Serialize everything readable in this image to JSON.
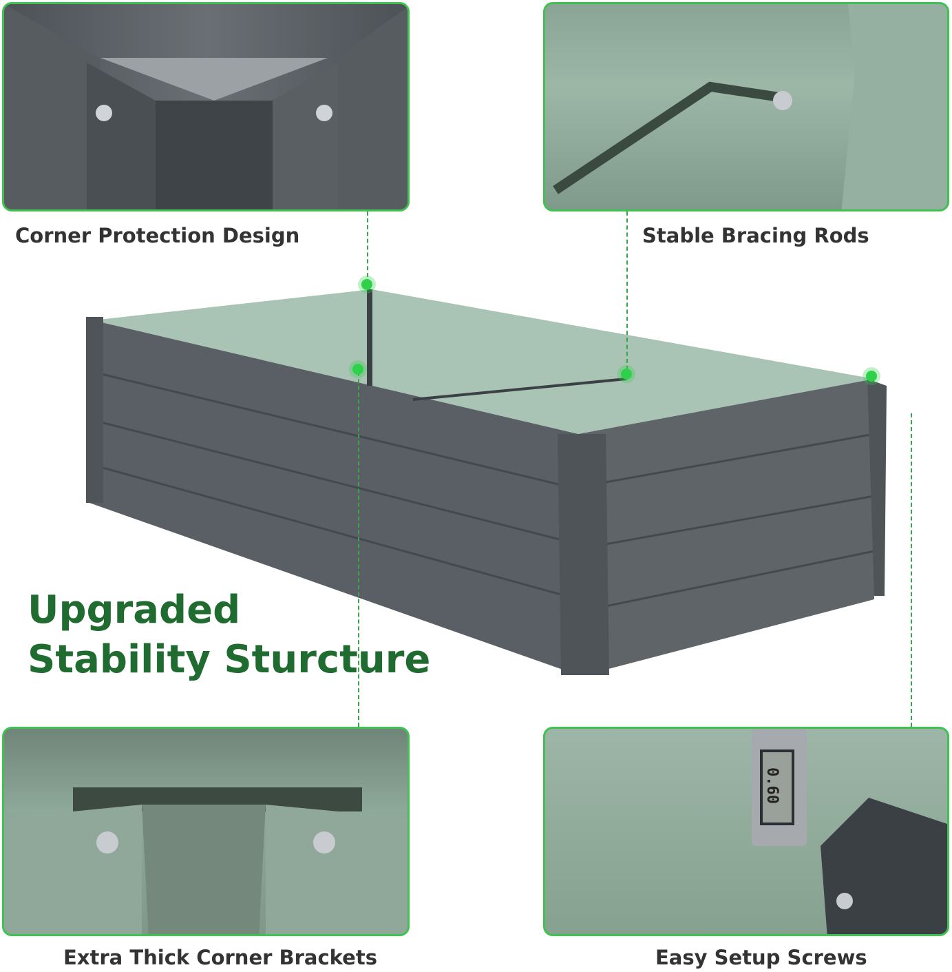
{
  "headline": {
    "line1": "Upgraded",
    "line2": "Stability Sturcture"
  },
  "features": [
    {
      "label": "Corner Protection Design"
    },
    {
      "label": "Stable Bracing Rods"
    },
    {
      "label": "Extra Thick Corner Brackets"
    },
    {
      "label": "Easy Setup Screws"
    }
  ],
  "caliper": {
    "reading": "0.60"
  },
  "colors": {
    "accent": "#3fc24f",
    "headline": "#1f6b30",
    "panel_gray": "#5c6166",
    "interior_green": "#8fa89a"
  }
}
